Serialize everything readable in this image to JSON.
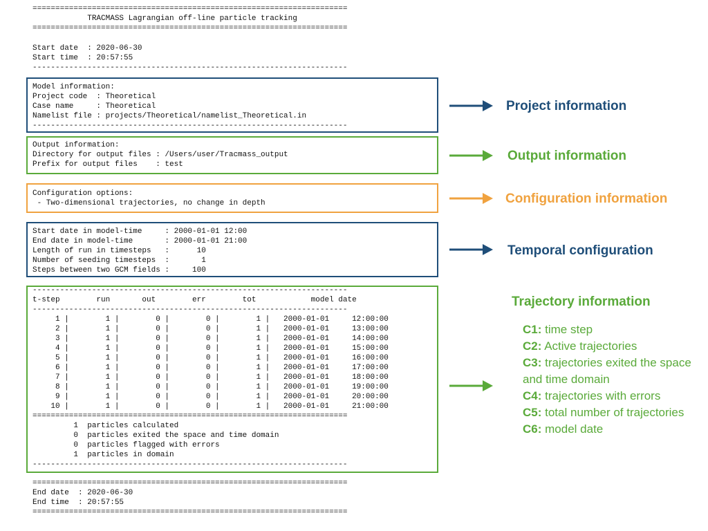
{
  "colors": {
    "navy": "#1f4e79",
    "green": "#5aaa3a",
    "orange": "#f0a23f"
  },
  "terminal": {
    "header": [
      "=====================================================================",
      "            TRACMASS Lagrangian off-line particle tracking",
      "====================================================================="
    ],
    "start": [
      "Start date  : 2020-06-30",
      "Start time  : 20:57:55",
      "---------------------------------------------------------------------"
    ],
    "model": [
      "Model information:",
      "Project code  : Theoretical",
      "Case name     : Theoretical",
      "Namelist file : projects/Theoretical/namelist_Theoretical.in",
      "---------------------------------------------------------------------"
    ],
    "output": [
      "Output information:",
      "Directory for output files : /Users/user/Tracmass_output",
      "Prefix for output files    : test"
    ],
    "config": [
      "Configuration options:",
      " - Two-dimensional trajectories, no change in depth"
    ],
    "temporal": [
      "Start date in model-time     : 2000-01-01 12:00",
      "End date in model-time       : 2000-01-01 21:00",
      "Length of run in timesteps   :      10",
      "Number of seeding timesteps  :       1",
      "Steps between two GCM fields :     100"
    ],
    "trajectory": [
      "---------------------------------------------------------------------",
      "t-step        run       out        err        tot            model date",
      "---------------------------------------------------------------------",
      "     1 |        1 |        0 |        0 |        1 |   2000-01-01     12:00:00",
      "     2 |        1 |        0 |        0 |        1 |   2000-01-01     13:00:00",
      "     3 |        1 |        0 |        0 |        1 |   2000-01-01     14:00:00",
      "     4 |        1 |        0 |        0 |        1 |   2000-01-01     15:00:00",
      "     5 |        1 |        0 |        0 |        1 |   2000-01-01     16:00:00",
      "     6 |        1 |        0 |        0 |        1 |   2000-01-01     17:00:00",
      "     7 |        1 |        0 |        0 |        1 |   2000-01-01     18:00:00",
      "     8 |        1 |        0 |        0 |        1 |   2000-01-01     19:00:00",
      "     9 |        1 |        0 |        0 |        1 |   2000-01-01     20:00:00",
      "    10 |        1 |        0 |        0 |        1 |   2000-01-01     21:00:00",
      "=====================================================================",
      "         1  particles calculated",
      "         0  particles exited the space and time domain",
      "         0  particles flagged with errors",
      "         1  particles in domain",
      "---------------------------------------------------------------------"
    ],
    "end": [
      "=====================================================================",
      "End date  : 2020-06-30",
      "End time  : 20:57:55",
      "====================================================================="
    ]
  },
  "annotations": {
    "project": "Project information",
    "output": "Output information",
    "configuration": "Configuration information",
    "temporal": "Temporal configuration",
    "trajectory": "Trajectory information"
  },
  "legend": [
    {
      "code": "C1:",
      "text": " time step"
    },
    {
      "code": "C2:",
      "text": " Active trajectories"
    },
    {
      "code": "C3:",
      "text": " trajectories exited the space and time domain"
    },
    {
      "code": "C4:",
      "text": " trajectories with errors"
    },
    {
      "code": "C5:",
      "text": " total number of trajectories"
    },
    {
      "code": "C6:",
      "text": " model date"
    }
  ]
}
